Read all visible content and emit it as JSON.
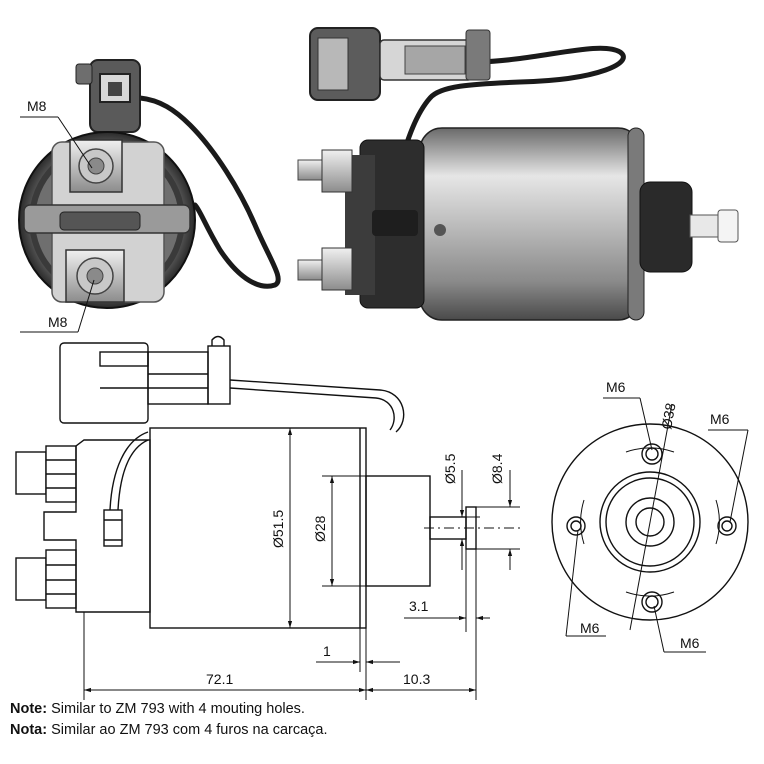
{
  "photos": {
    "left_labels": {
      "top": "M8",
      "bottom": "M8"
    }
  },
  "drawing": {
    "side_view": {
      "dims": {
        "body_dia": "Ø51.5",
        "nose_dia": "Ø28",
        "plunger_dia": "Ø5.5",
        "tip_dia": "Ø8.4",
        "tip_offset": "3.1",
        "flange": "1",
        "length_main": "72.1",
        "length_plunger": "10.3"
      }
    },
    "end_view": {
      "labels": {
        "top_hole": "M6",
        "bolt_circle": "Ø38",
        "right_hole": "M6",
        "left_hole": "M6",
        "bottom_hole": "M6"
      }
    }
  },
  "notes": {
    "en_label": "Note:",
    "en_text": " Similar to ZM 793 with 4 mouting holes.",
    "pt_label": "Nota:",
    "pt_text": " Similar ao ZM 793 com 4 furos na carcaça."
  },
  "colors": {
    "line": "#111111",
    "metal_light": "#d8d8d8",
    "metal_dark": "#5a5a5a",
    "background": "#ffffff"
  }
}
